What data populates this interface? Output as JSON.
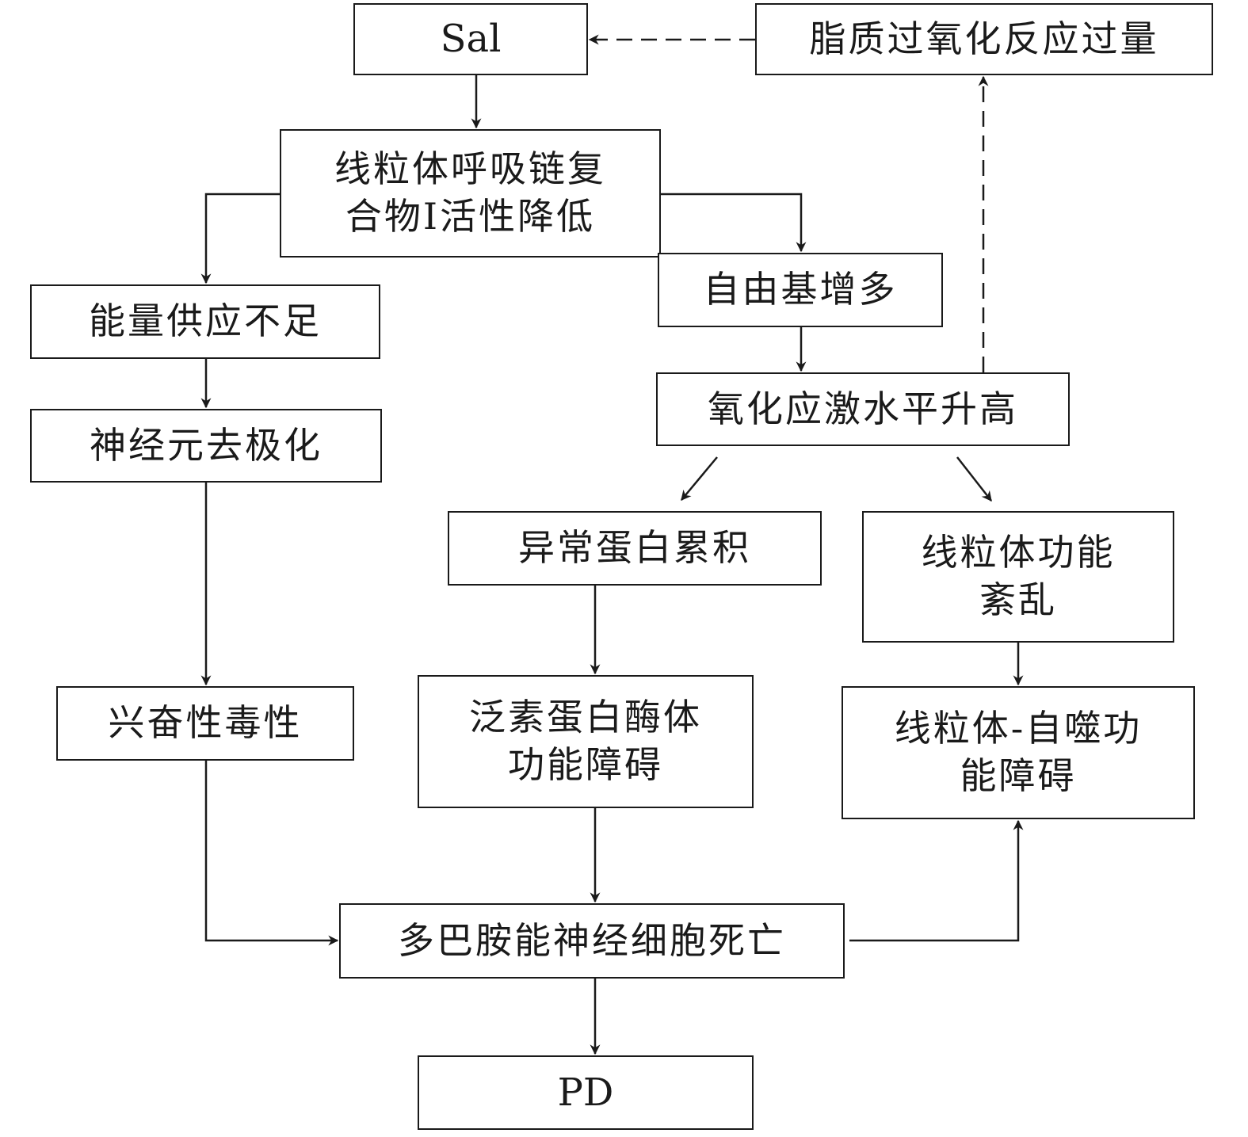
{
  "nodes": {
    "sal": "Sal",
    "lipid_peroxidation": "脂质过氧化反应过量",
    "mito_complex": "线粒体呼吸链复\n合物Ⅰ活性降低",
    "free_radicals": "自由基增多",
    "energy_shortage": "能量供应不足",
    "depolarization": "神经元去极化",
    "oxidative_stress": "氧化应激水平升高",
    "abnormal_protein": "异常蛋白累积",
    "mito_dysfunction": "线粒体功能\n紊乱",
    "excitotoxicity": "兴奋性毒性",
    "ubiquitin_proteasome": "泛素蛋白酶体\n功能障碍",
    "mitophagy": "线粒体-自噬功\n能障碍",
    "da_neuron_death": "多巴胺能神经细胞死亡",
    "pd": "PD"
  },
  "edges": [
    {
      "from": "sal",
      "to": "mito_complex",
      "style": "solid"
    },
    {
      "from": "mito_complex",
      "to": "energy_shortage",
      "style": "solid"
    },
    {
      "from": "mito_complex",
      "to": "free_radicals",
      "style": "solid"
    },
    {
      "from": "energy_shortage",
      "to": "depolarization",
      "style": "solid"
    },
    {
      "from": "depolarization",
      "to": "excitotoxicity",
      "style": "solid"
    },
    {
      "from": "free_radicals",
      "to": "oxidative_stress",
      "style": "solid"
    },
    {
      "from": "oxidative_stress",
      "to": "lipid_peroxidation",
      "style": "dashed"
    },
    {
      "from": "lipid_peroxidation",
      "to": "sal",
      "style": "dashed"
    },
    {
      "from": "oxidative_stress",
      "to": "abnormal_protein",
      "style": "solid"
    },
    {
      "from": "oxidative_stress",
      "to": "mito_dysfunction",
      "style": "solid"
    },
    {
      "from": "abnormal_protein",
      "to": "ubiquitin_proteasome",
      "style": "solid"
    },
    {
      "from": "mito_dysfunction",
      "to": "mitophagy",
      "style": "solid"
    },
    {
      "from": "excitotoxicity",
      "to": "da_neuron_death",
      "style": "solid"
    },
    {
      "from": "ubiquitin_proteasome",
      "to": "da_neuron_death",
      "style": "solid"
    },
    {
      "from": "da_neuron_death",
      "to": "mitophagy",
      "style": "solid"
    },
    {
      "from": "da_neuron_death",
      "to": "pd",
      "style": "solid"
    }
  ],
  "colors": {
    "stroke": "#1a1a1a",
    "background": "#ffffff"
  }
}
